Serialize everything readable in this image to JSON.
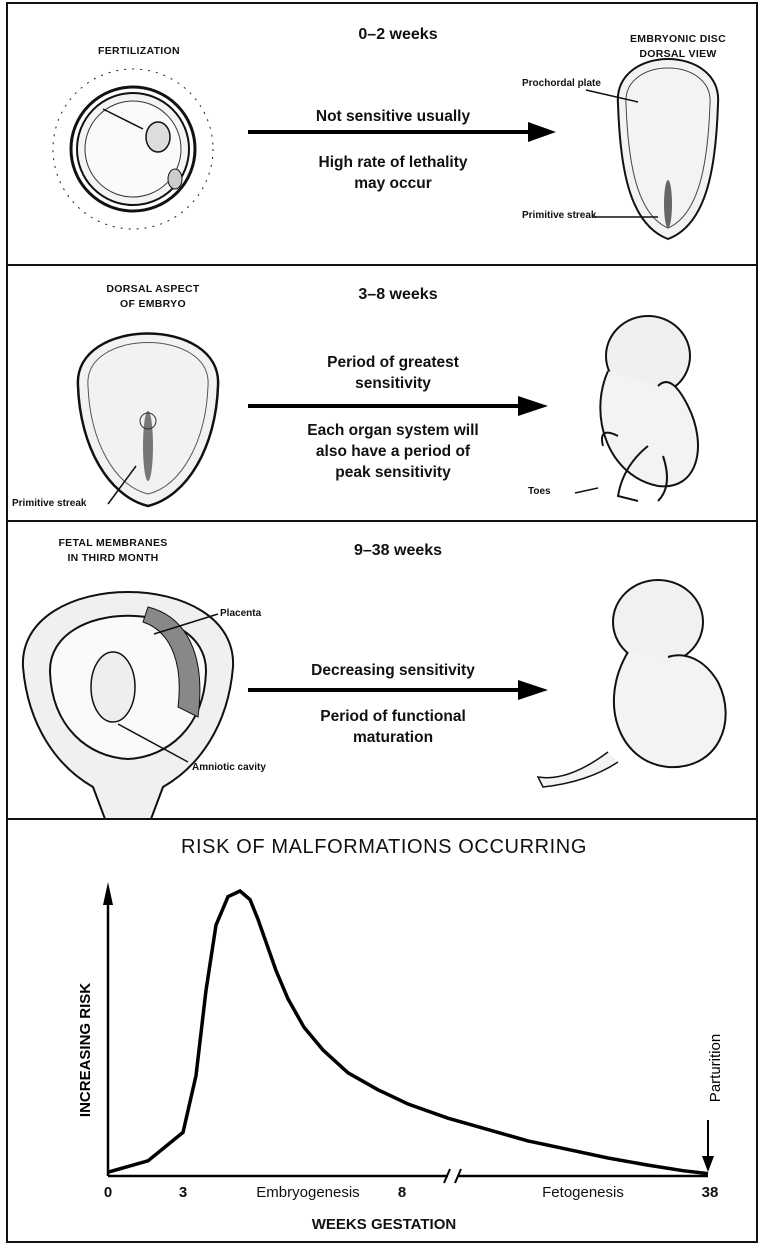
{
  "stages": [
    {
      "period": "0–2 weeks",
      "left_caption": "FERTILIZATION",
      "right_caption_line1": "EMBRYONIC DISC",
      "right_caption_line2": "DORSAL VIEW",
      "right_label_a": "Prochordal plate",
      "right_label_b": "Primitive streak",
      "message_a": "Not sensitive usually",
      "message_b_line1": "High rate of lethality",
      "message_b_line2": "may occur"
    },
    {
      "period": "3–8 weeks",
      "left_caption_line1": "DORSAL ASPECT",
      "left_caption_line2": "OF EMBRYO",
      "left_label": "Primitive streak",
      "right_label": "Toes",
      "message_a_line1": "Period of greatest",
      "message_a_line2": "sensitivity",
      "message_b_line1": "Each organ system will",
      "message_b_line2": "also have a period of",
      "message_b_line3": "peak sensitivity"
    },
    {
      "period": "9–38 weeks",
      "left_caption_line1": "FETAL MEMBRANES",
      "left_caption_line2": "IN THIRD MONTH",
      "left_label_a": "Placenta",
      "left_label_b": "Amniotic cavity",
      "message_a": "Decreasing sensitivity",
      "message_b_line1": "Period of functional",
      "message_b_line2": "maturation"
    }
  ],
  "chart_data": {
    "type": "line",
    "title": "RISK OF MALFORMATIONS OCCURRING",
    "xlabel": "WEEKS GESTATION",
    "ylabel": "INCREASING RISK",
    "x_ticks": [
      "0",
      "3",
      "8",
      "38"
    ],
    "x_regions": [
      "Embryogenesis",
      "Fetogenesis"
    ],
    "annotation": "Parturition",
    "axis_break_between": [
      "8",
      "38"
    ],
    "curve": {
      "x_positions": [
        0,
        40,
        75,
        88,
        98,
        108,
        120,
        132,
        142,
        150,
        158,
        168,
        180,
        196,
        215,
        240,
        270,
        300,
        340,
        380,
        420,
        460,
        500,
        540,
        575,
        600
      ],
      "y_relative": [
        0.01,
        0.05,
        0.15,
        0.35,
        0.65,
        0.88,
        0.98,
        1.0,
        0.97,
        0.9,
        0.82,
        0.72,
        0.62,
        0.52,
        0.44,
        0.36,
        0.3,
        0.25,
        0.2,
        0.16,
        0.12,
        0.09,
        0.06,
        0.035,
        0.015,
        0.005
      ]
    }
  }
}
